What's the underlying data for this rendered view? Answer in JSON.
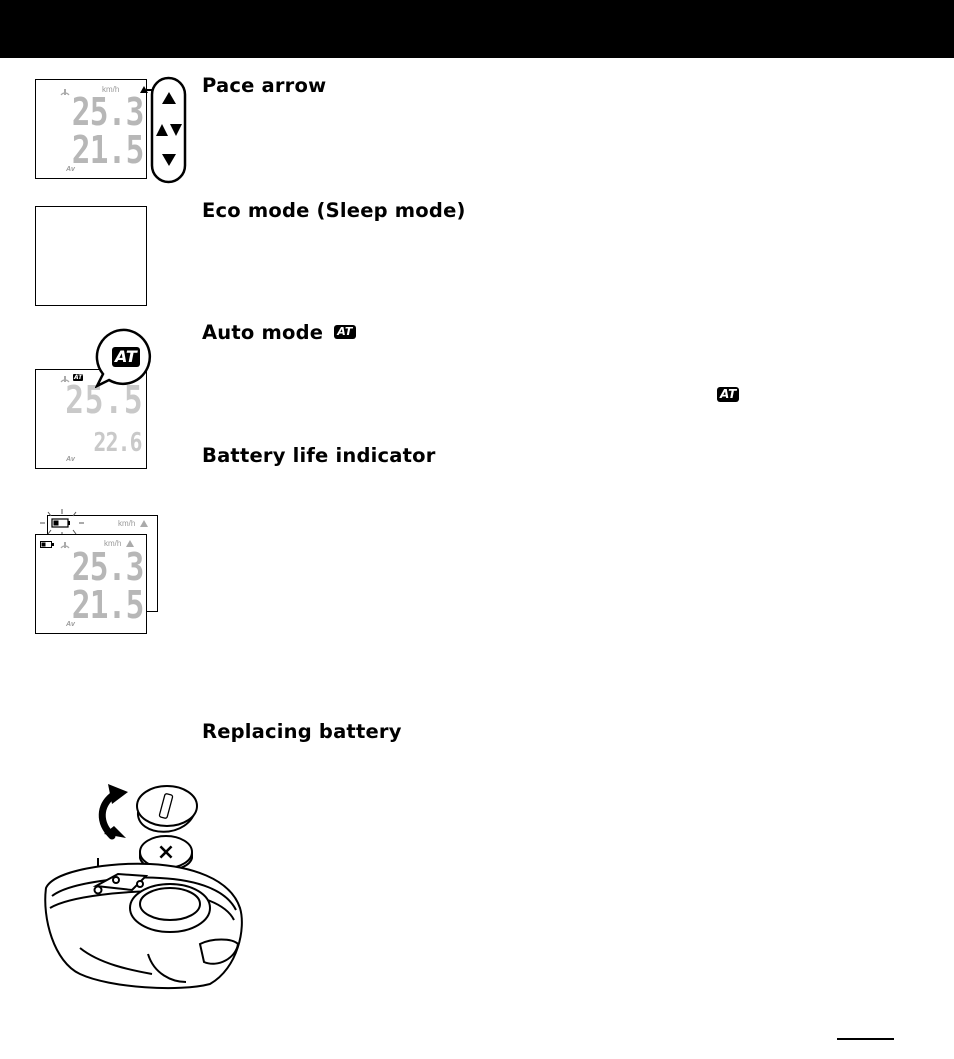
{
  "headings": {
    "pace_arrow": "Pace arrow",
    "eco_mode": "Eco mode (Sleep mode)",
    "auto_mode": "Auto mode",
    "battery_life": "Battery life indicator",
    "replacing_battery": "Replacing battery"
  },
  "badges": {
    "at": "AT"
  },
  "lcd": {
    "unit": "km/h",
    "speed_current": "25.3",
    "speed_average": "21.5",
    "auto_current": "25.5",
    "auto_average": "22.6",
    "average_label": "Av"
  },
  "colors": {
    "header_bar": "#000000",
    "lcd_segments": "#b7b7b7"
  }
}
